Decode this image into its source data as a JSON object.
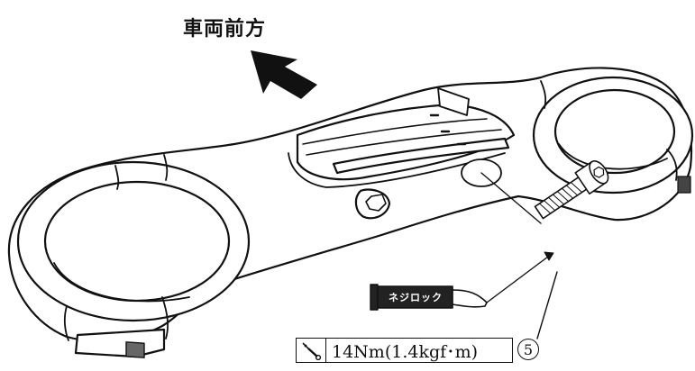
{
  "diagram": {
    "direction_label": "車両前方",
    "threadlock_label": "ネジロック",
    "torque_spec": "14Nm(1.4kgf･m)",
    "part_number": "5",
    "icons": [
      "front-direction-arrow",
      "torque-wrench-icon",
      "threadlock-tube-icon",
      "socket-head-bolt"
    ]
  }
}
